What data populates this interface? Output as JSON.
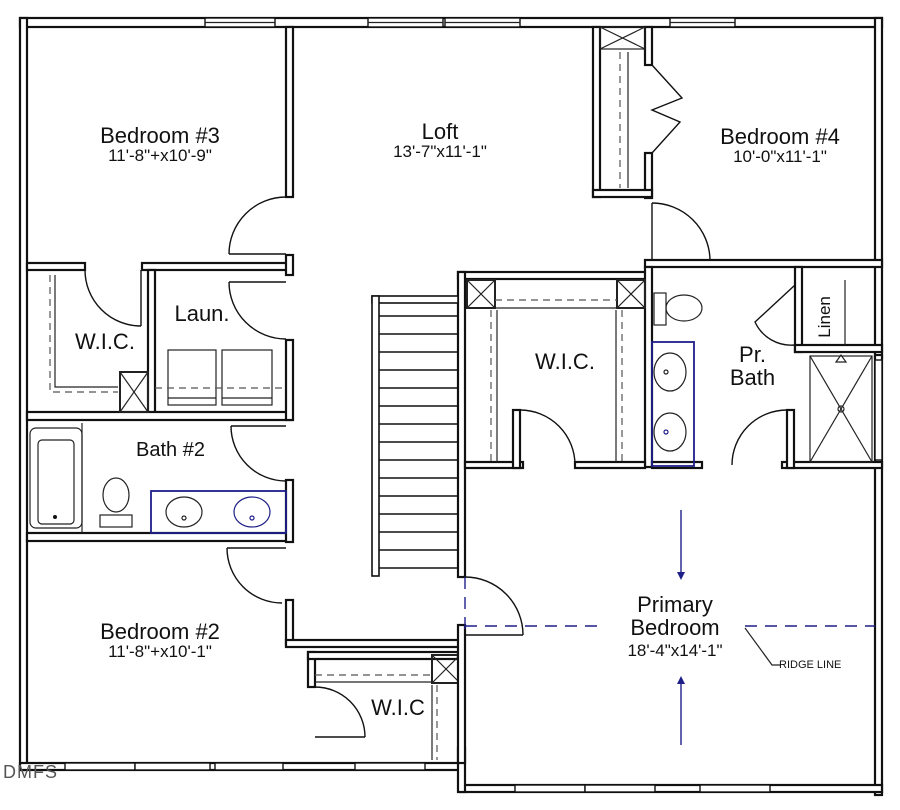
{
  "plan": {
    "type": "second-floor-plan",
    "colors": {
      "walls": "#111111",
      "ridge_line": "#1f1f8a",
      "fixtures_accent": "#1f1f8a",
      "background": "#ffffff"
    }
  },
  "rooms": {
    "bedroom3": {
      "name": "Bedroom #3",
      "dims": "11'-8\"+x10'-9\""
    },
    "loft": {
      "name": "Loft",
      "dims": "13'-7\"x11'-1\""
    },
    "bedroom4": {
      "name": "Bedroom #4",
      "dims": "10'-0\"x11'-1\""
    },
    "wic_left": {
      "name": "W.I.C."
    },
    "laundry": {
      "name": "Laun."
    },
    "bath2": {
      "name": "Bath #2"
    },
    "wic_primary": {
      "name": "W.I.C."
    },
    "primary_bath": {
      "name_line1": "Pr.",
      "name_line2": "Bath"
    },
    "linen": {
      "name": "Linen"
    },
    "bedroom2": {
      "name": "Bedroom #2",
      "dims": "11'-8\"+x10'-1\""
    },
    "wic_bottom": {
      "name": "W.I.C"
    },
    "primary_bedroom": {
      "name_line1": "Primary",
      "name_line2": "Bedroom",
      "dims": "18'-4\"x14'-1\""
    }
  },
  "annotations": {
    "ridge_line": "RIDGE LINE"
  },
  "watermark": "DMFS"
}
